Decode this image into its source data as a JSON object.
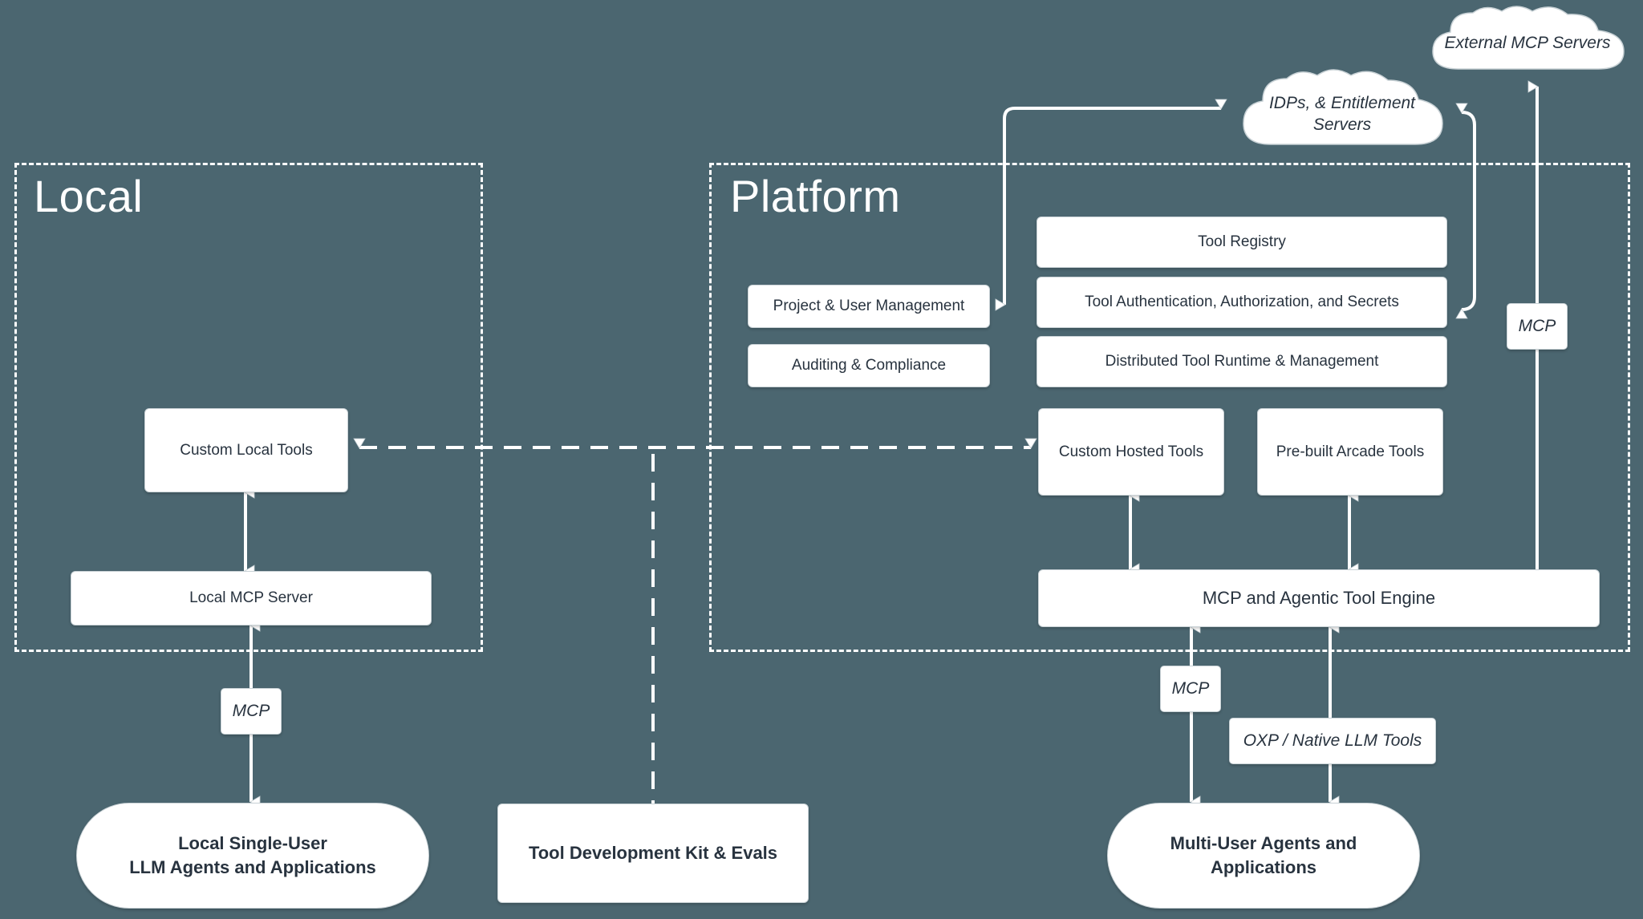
{
  "background_color": "#4b6670",
  "node_fill": "#ffffff",
  "node_text_color": "#28333f",
  "line_color": "#ffffff",
  "zones": {
    "local": {
      "title": "Local"
    },
    "platform": {
      "title": "Platform"
    }
  },
  "clouds": {
    "external_mcp": {
      "label": "External MCP Servers"
    },
    "idps": {
      "label_line1": "IDPs, & Entitlement",
      "label_line2": "Servers"
    }
  },
  "local_nodes": {
    "custom_local_tools": "Custom Local Tools",
    "local_mcp_server": "Local MCP Server",
    "local_agents": {
      "line1": "Local Single-User",
      "line2": "LLM Agents and Applications"
    }
  },
  "platform_nodes": {
    "tool_registry": "Tool Registry",
    "tool_auth": "Tool Authentication, Authorization, and Secrets",
    "distributed_runtime": "Distributed Tool Runtime & Management",
    "project_user_mgmt": "Project & User Management",
    "auditing_compliance": "Auditing & Compliance",
    "custom_hosted_tools": "Custom Hosted Tools",
    "prebuilt_arcade_tools": "Pre-built Arcade Tools",
    "mcp_agentic_engine": "MCP and Agentic Tool Engine",
    "multi_user_agents": {
      "line1": "Multi-User Agents and",
      "line2": "Applications"
    }
  },
  "shared_nodes": {
    "tool_dev_kit": "Tool Development Kit & Evals"
  },
  "edge_labels": {
    "mcp_local": "MCP",
    "mcp_platform_agents": "MCP",
    "mcp_external": "MCP",
    "oxp_native": "OXP / Native LLM Tools"
  }
}
